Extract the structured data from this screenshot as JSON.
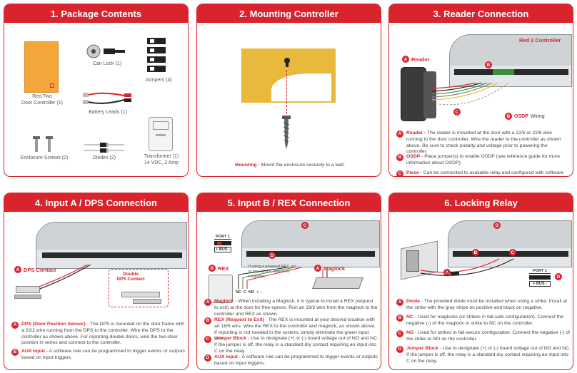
{
  "panels": [
    {
      "title": "1. Package Contents"
    },
    {
      "title": "2. Mounting Controller"
    },
    {
      "title": "3. Reader Connection"
    },
    {
      "title": "4. Input A / DPS Connection"
    },
    {
      "title": "5. Input B / REX Connection"
    },
    {
      "title": "6. Locking Relay"
    }
  ],
  "contents": {
    "controller": "Red Two\nDoor Controller (1)",
    "can_lock": "Can Lock (1)",
    "jumpers": "Jumpers (4)",
    "battery": "Battery Leads (1)",
    "screws": "Enclosure Screws (2)",
    "diodes": "Diodes (2)",
    "transformer": "Transformer (1)\n14 VDC, 2 Amp"
  },
  "mounting": {
    "label": "Mounting -",
    "text": "Mount the enclosure securely to a wall."
  },
  "reader": {
    "reader_label": "Reader",
    "controller_label": "Red 2 Controller",
    "osdp_label": "OSDP",
    "osdp_suffix": "Wiring",
    "notes": [
      {
        "badge": "A",
        "title": "Reader -",
        "text": "The reader is mounted at the door with a 22/5 or 22/6 wire running to the door controller. Wire the reader to the controller as shown above. Be sure to check polarity and voltage prior to powering the controller."
      },
      {
        "badge": "B",
        "title": "OSDP -",
        "text": "Place jumper(s) to enable OSDP (see reference guide for more information about OSDP)"
      },
      {
        "badge": "C",
        "title": "Piezo -",
        "text": "Can be connected to available relay and configured with software"
      }
    ]
  },
  "dps": {
    "contact_label": "DPS Contact",
    "double_label": "Double\nDPS Contact",
    "notes": [
      {
        "badge": "A",
        "title": "DPS (Door Position Sensor)",
        "text": " - The DPS is mounted on the door frame with a 22/2 wire running from the DPS to the controller. Wire the DPS to the controller as shown above. For reporting double doors, wire the two-door position in series and connect to the controller."
      },
      {
        "badge": "B",
        "title": "AUX Input",
        "text": " - A software rule can be programmed to trigger events or outputs based on input triggers."
      }
    ]
  },
  "rex": {
    "port_label": "PORT 1",
    "bus_label": "+ BUS -",
    "rex_label": "REX",
    "maglock_label": "Maglock",
    "powered_note": "If using a powered REX, run to any 12VDC output on controller.",
    "term_labels": [
      "NC",
      "C",
      "NO",
      "+",
      "-"
    ],
    "notes": [
      {
        "badge": "A",
        "title": "Maglock",
        "text": " - When installing a Maglock, it is typical to install a REX (request to exit) at the door for free egress. Run an 18/2 wire from the maglock to the controller and REX as shown."
      },
      {
        "badge": "B",
        "title": "REX (Request to Exit)",
        "text": " - The REX is mounted at your desired location with an 18/5 wire. Wire the REX to the controller and maglock, as shown above. If reporting is not needed in the system, simply eliminate the green input wire."
      },
      {
        "badge": "C",
        "title": "Jumper Block",
        "text": " - Use to designate (+) or (-) board voltage out of NO and NC. If the jumper is off, the relay is a standard dry contact requiring an input into C on the relay."
      },
      {
        "badge": "D",
        "title": "AUX Input",
        "text": " - A software rule can be programmed to trigger events or outputs based on input triggers."
      }
    ]
  },
  "relay": {
    "port_label": "PORT 1",
    "bus_label": "+ BUS -",
    "notes": [
      {
        "badge": "A",
        "title": "Diode",
        "text": " - The provided diode must be installed when using a strike. Install at the strike with the gray stripe on positive and black on negative."
      },
      {
        "badge": "B",
        "title": "NC",
        "text": " - Used for maglocks (or strikes in fail-safe configuration). Connect the negative (-) of the maglock or strike to NC on the controller."
      },
      {
        "badge": "C",
        "title": "NO",
        "text": " - Used for strikes in fail-secure configuration. Connect the negative (-) of the strike to NO on the controller."
      },
      {
        "badge": "D",
        "title": "Jumper Block",
        "text": " - Use to designate (+) or (-) board voltage out of NO and NC. If the jumper is off, the relay is a standard dry contact requiring an input into C on the relay."
      }
    ]
  },
  "colors": {
    "accent": "#d9232d",
    "wood": "#e9b93e",
    "orange": "#f4a340"
  }
}
